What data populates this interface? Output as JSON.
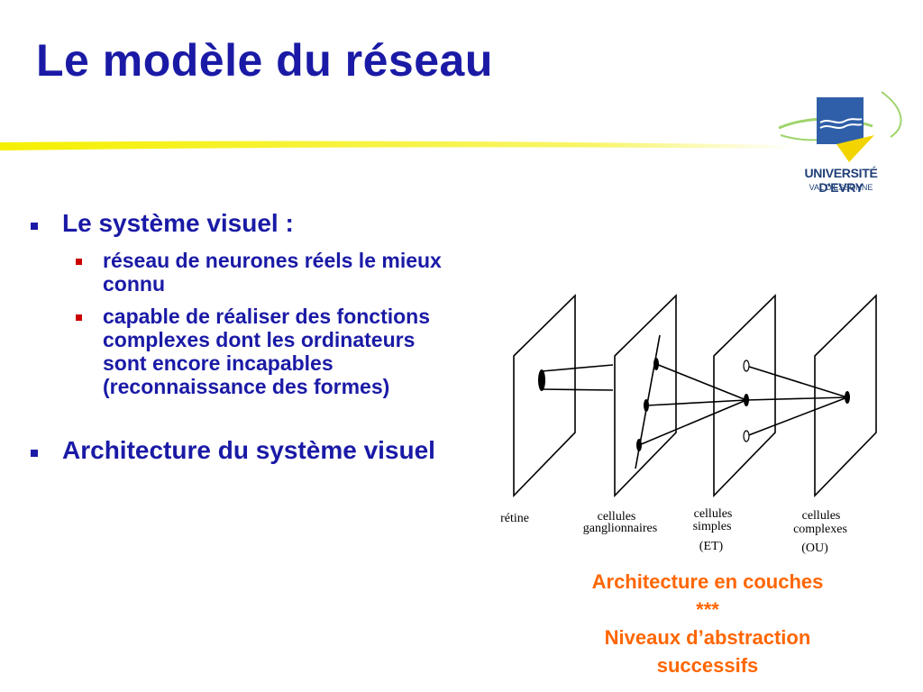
{
  "slide": {
    "title": "Le modèle du réseau",
    "logo": {
      "name": "UNIVERSITÉ D'EVRY",
      "subtitle": "VAL D'ESSONNE",
      "colors": {
        "blue": "#2f5fa8",
        "yellow": "#f2d400",
        "green": "#9fd46b"
      }
    },
    "bullets": [
      {
        "text": "Le système visuel :",
        "sub": [
          {
            "text": "réseau de neurones réels le mieux connu"
          },
          {
            "text": "capable de réaliser des fonctions complexes dont les ordinateurs sont encore incapables (reconnaissance des formes)"
          }
        ]
      },
      {
        "text": "Architecture du système visuel"
      }
    ],
    "diagram": {
      "labels": {
        "retine": "rétine",
        "ganglion_1": "cellules",
        "ganglion_2": "ganglionnaires",
        "simples_1": "cellules",
        "simples_2": "simples",
        "simples_3": "(ET)",
        "complexes_1": "cellules",
        "complexes_2": "complexes",
        "complexes_3": "(OU)"
      }
    },
    "caption": {
      "line1": "Architecture en couches",
      "line2": "***",
      "line3": "Niveaux d’abstraction",
      "line4": "successifs"
    },
    "colors": {
      "title": "#1a1aa6",
      "bullet_text": "#1a1aa6",
      "sub_marker": "#cc0000",
      "caption": "#ff6600",
      "rule": "#f5f000"
    }
  }
}
